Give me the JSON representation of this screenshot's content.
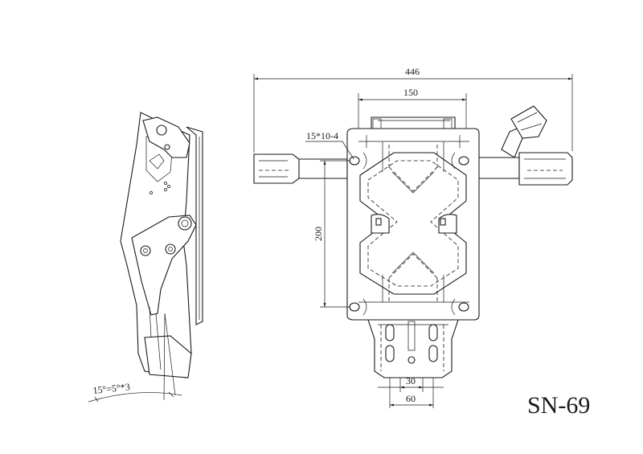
{
  "model_code": "SN-69",
  "dimensions": {
    "overall_width": "446",
    "top_spacing": "150",
    "hole_spec": "15*10-4",
    "vertical_spacing": "200",
    "slot_width": "30",
    "slot_spacing": "60",
    "tilt_angle": "15°=5°*3"
  },
  "colors": {
    "line": "#1a1a1a",
    "background": "#ffffff"
  }
}
